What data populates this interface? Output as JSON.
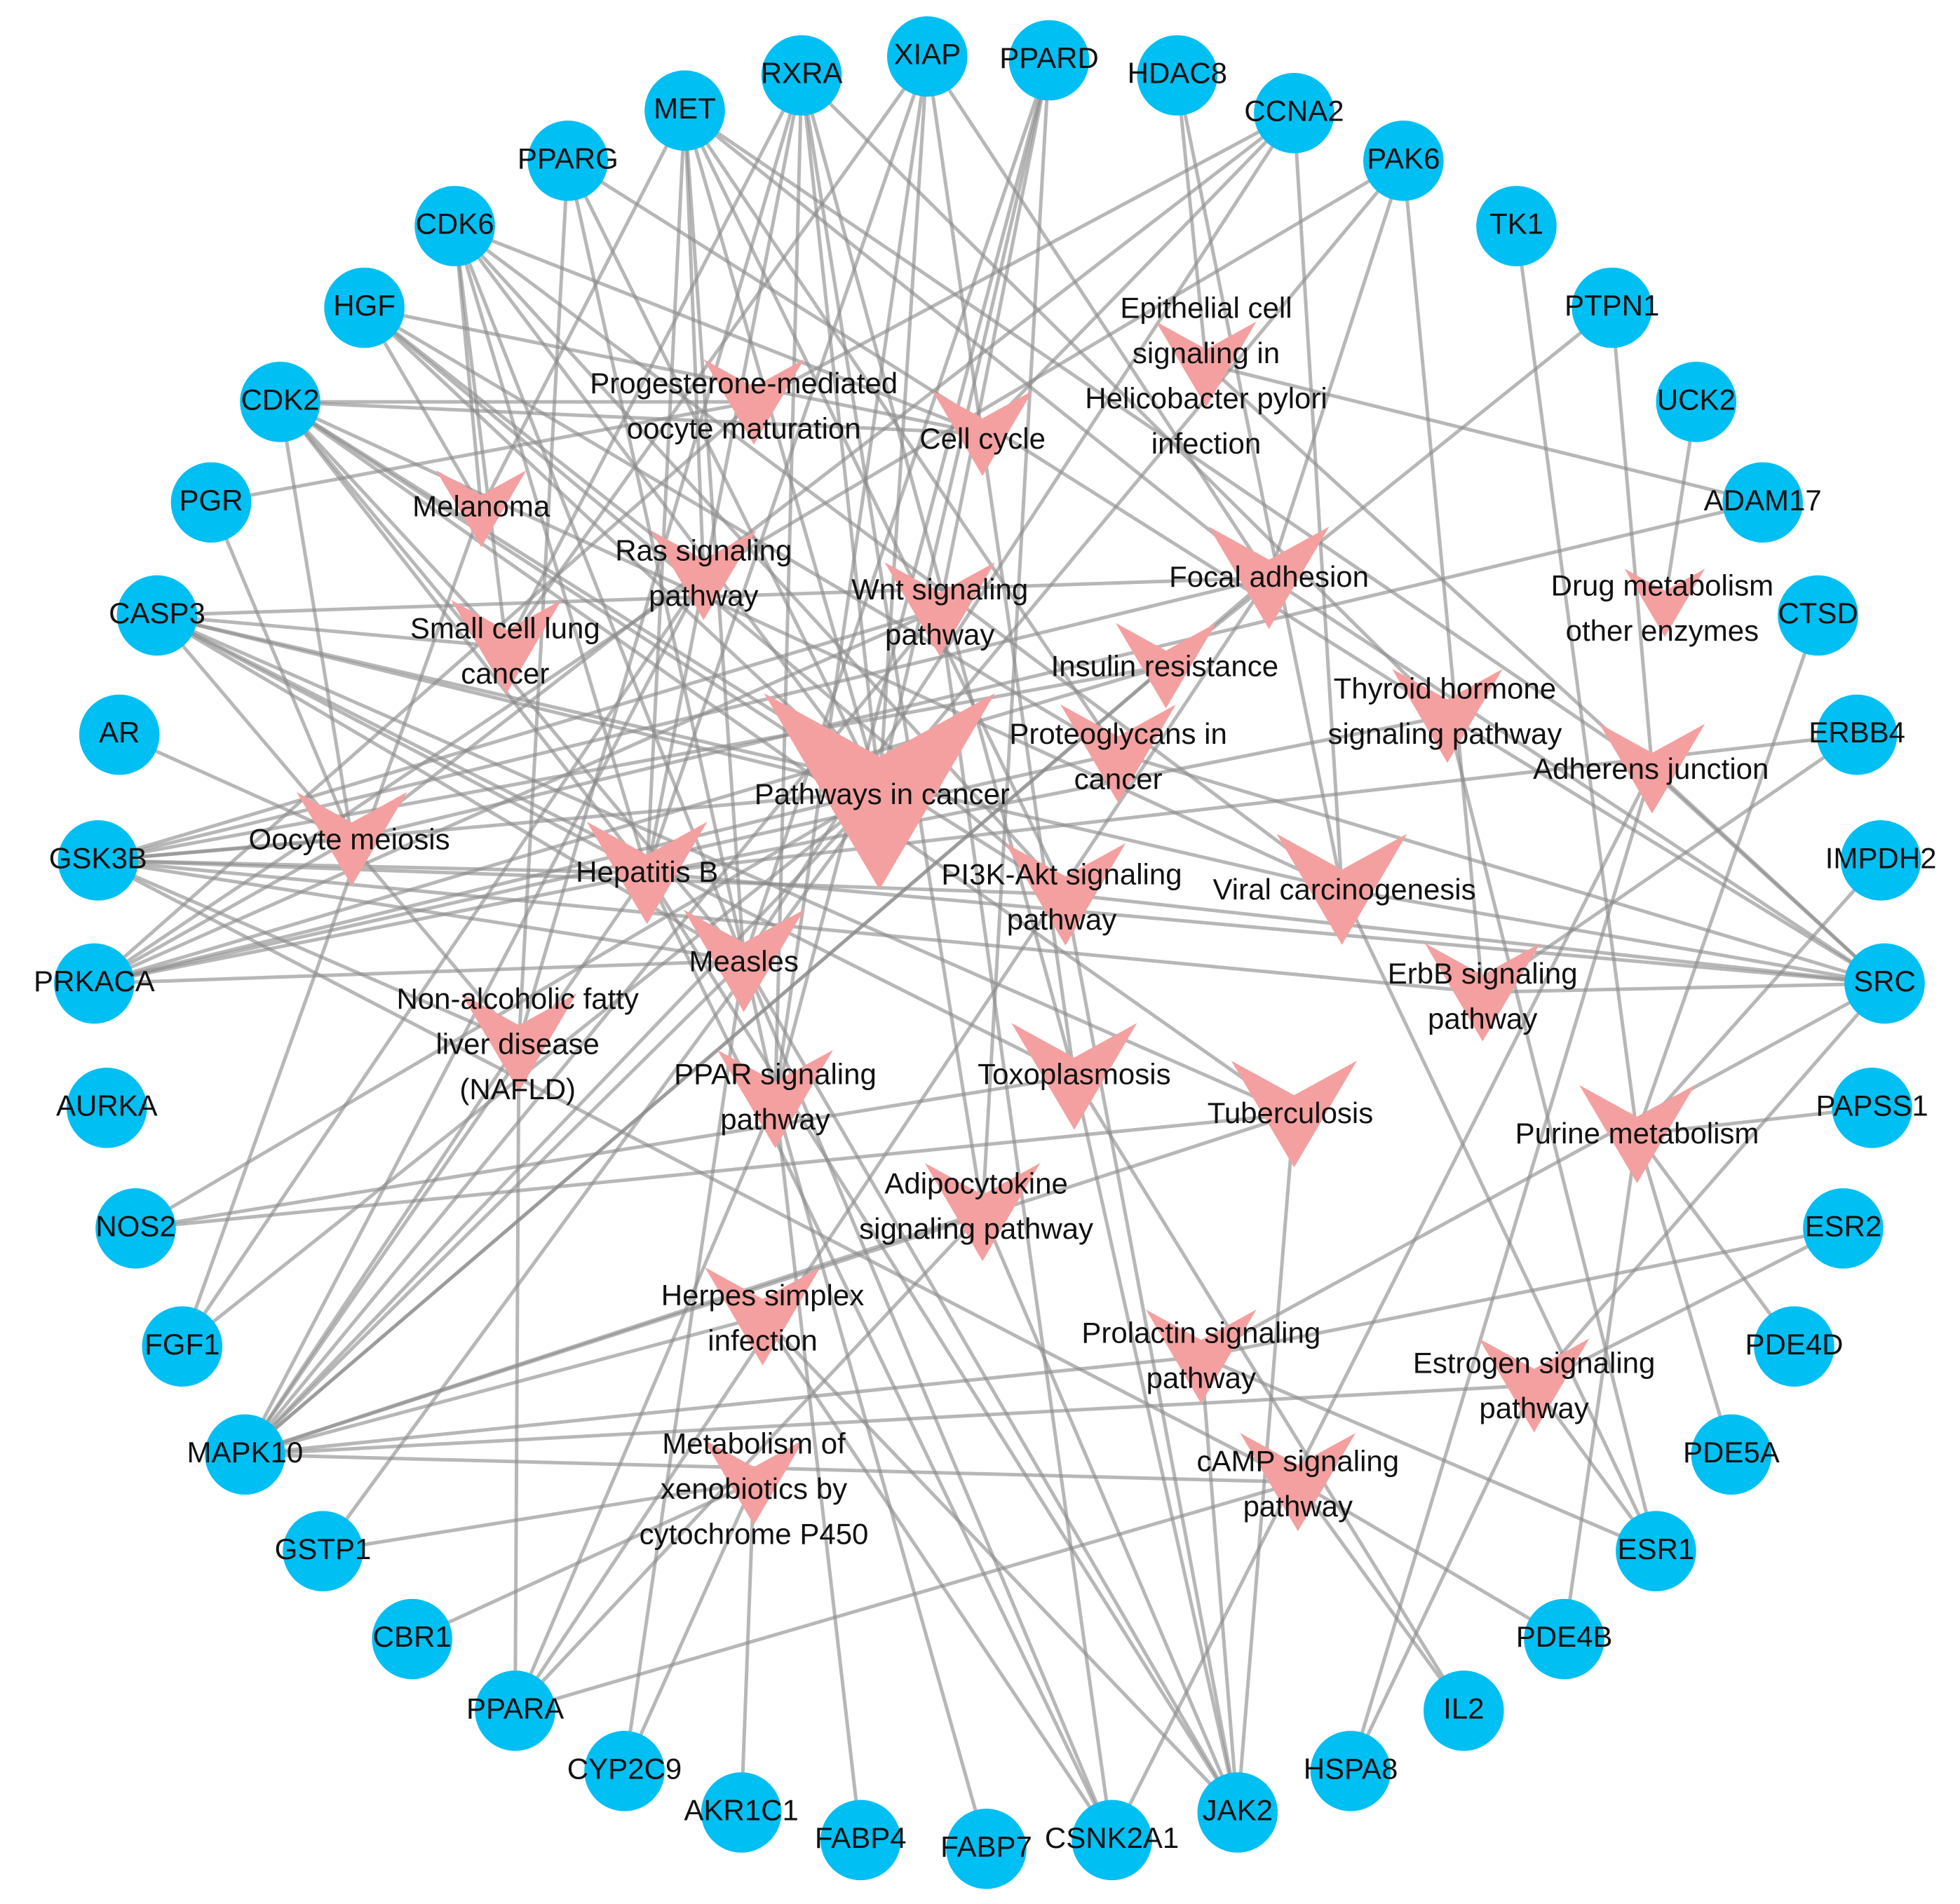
{
  "colors": {
    "gene": "#00bff3",
    "pathway": "#f4a0a0",
    "edge": "#8a8a8a"
  },
  "genes": [
    {
      "id": "MET",
      "label": "MET"
    },
    {
      "id": "RXRA",
      "label": "RXRA"
    },
    {
      "id": "XIAP",
      "label": "XIAP"
    },
    {
      "id": "PPARD",
      "label": "PPARD"
    },
    {
      "id": "HDAC8",
      "label": "HDAC8"
    },
    {
      "id": "CCNA2",
      "label": "CCNA2"
    },
    {
      "id": "PPARG",
      "label": "PPARG"
    },
    {
      "id": "PAK6",
      "label": "PAK6"
    },
    {
      "id": "CDK6",
      "label": "CDK6"
    },
    {
      "id": "TK1",
      "label": "TK1"
    },
    {
      "id": "HGF",
      "label": "HGF"
    },
    {
      "id": "PTPN1",
      "label": "PTPN1"
    },
    {
      "id": "CDK2",
      "label": "CDK2"
    },
    {
      "id": "UCK2",
      "label": "UCK2"
    },
    {
      "id": "PGR",
      "label": "PGR"
    },
    {
      "id": "ADAM17",
      "label": "ADAM17"
    },
    {
      "id": "CASP3",
      "label": "CASP3"
    },
    {
      "id": "CTSD",
      "label": "CTSD"
    },
    {
      "id": "AR",
      "label": "AR"
    },
    {
      "id": "ERBB4",
      "label": "ERBB4"
    },
    {
      "id": "GSK3B",
      "label": "GSK3B"
    },
    {
      "id": "IMPDH2",
      "label": "IMPDH2"
    },
    {
      "id": "PRKACA",
      "label": "PRKACA"
    },
    {
      "id": "SRC",
      "label": "SRC"
    },
    {
      "id": "AURKA",
      "label": "AURKA"
    },
    {
      "id": "PAPSS1",
      "label": "PAPSS1"
    },
    {
      "id": "NOS2",
      "label": "NOS2"
    },
    {
      "id": "ESR2",
      "label": "ESR2"
    },
    {
      "id": "FGF1",
      "label": "FGF1"
    },
    {
      "id": "PDE4D",
      "label": "PDE4D"
    },
    {
      "id": "MAPK10",
      "label": "MAPK10"
    },
    {
      "id": "PDE5A",
      "label": "PDE5A"
    },
    {
      "id": "GSTP1",
      "label": "GSTP1"
    },
    {
      "id": "ESR1",
      "label": "ESR1"
    },
    {
      "id": "CBR1",
      "label": "CBR1"
    },
    {
      "id": "PDE4B",
      "label": "PDE4B"
    },
    {
      "id": "PPARA",
      "label": "PPARA"
    },
    {
      "id": "IL2",
      "label": "IL2"
    },
    {
      "id": "CYP2C9",
      "label": "CYP2C9"
    },
    {
      "id": "HSPA8",
      "label": "HSPA8"
    },
    {
      "id": "AKR1C1",
      "label": "AKR1C1"
    },
    {
      "id": "JAK2",
      "label": "JAK2"
    },
    {
      "id": "FABP4",
      "label": "FABP4"
    },
    {
      "id": "CSNK2A1",
      "label": "CSNK2A1"
    },
    {
      "id": "FABP7",
      "label": "FABP7"
    }
  ],
  "pathways": [
    {
      "id": "epithelial",
      "lines": [
        "Epithelial cell",
        "signaling in",
        "Helicobacter pylori",
        "infection"
      ]
    },
    {
      "id": "progesterone",
      "lines": [
        "Progesterone-mediated",
        "oocyte maturation"
      ]
    },
    {
      "id": "cellcycle",
      "lines": [
        "Cell cycle"
      ]
    },
    {
      "id": "melanoma",
      "lines": [
        "Melanoma"
      ]
    },
    {
      "id": "ras",
      "lines": [
        "Ras signaling",
        "pathway"
      ]
    },
    {
      "id": "wnt",
      "lines": [
        "Wnt signaling",
        "pathway"
      ]
    },
    {
      "id": "focal",
      "lines": [
        "Focal adhesion"
      ]
    },
    {
      "id": "drugmet",
      "lines": [
        "Drug metabolism",
        "other enzymes"
      ]
    },
    {
      "id": "smallcell",
      "lines": [
        "Small cell lung",
        "cancer"
      ]
    },
    {
      "id": "insulin",
      "lines": [
        "Insulin resistance"
      ]
    },
    {
      "id": "thyroid",
      "lines": [
        "Thyroid hormone",
        "signaling pathway"
      ]
    },
    {
      "id": "proteoglycans",
      "lines": [
        "Proteoglycans in",
        "cancer"
      ]
    },
    {
      "id": "adherens",
      "lines": [
        "Adherens junction"
      ]
    },
    {
      "id": "pathways",
      "lines": [
        "Pathways in cancer"
      ]
    },
    {
      "id": "oocyte",
      "lines": [
        "Oocyte meiosis"
      ]
    },
    {
      "id": "hepatitis",
      "lines": [
        "Hepatitis B"
      ]
    },
    {
      "id": "pi3k",
      "lines": [
        "PI3K-Akt signaling",
        "pathway"
      ]
    },
    {
      "id": "viral",
      "lines": [
        "Viral carcinogenesis"
      ]
    },
    {
      "id": "measles",
      "lines": [
        "Measles"
      ]
    },
    {
      "id": "erbb",
      "lines": [
        "ErbB signaling",
        "pathway"
      ]
    },
    {
      "id": "nafld",
      "lines": [
        "Non-alcoholic fatty",
        "liver disease",
        "(NAFLD)"
      ]
    },
    {
      "id": "ppar",
      "lines": [
        "PPAR signaling",
        "pathway"
      ]
    },
    {
      "id": "toxo",
      "lines": [
        "Toxoplasmosis"
      ]
    },
    {
      "id": "tb",
      "lines": [
        "Tuberculosis"
      ]
    },
    {
      "id": "purine",
      "lines": [
        "Purine metabolism"
      ]
    },
    {
      "id": "adipo",
      "lines": [
        "Adipocytokine",
        "signaling pathway"
      ]
    },
    {
      "id": "herpes",
      "lines": [
        "Herpes simplex",
        "infection"
      ]
    },
    {
      "id": "prolactin",
      "lines": [
        "Prolactin signaling",
        "pathway"
      ]
    },
    {
      "id": "estrogen",
      "lines": [
        "Estrogen signaling",
        "pathway"
      ]
    },
    {
      "id": "xeno",
      "lines": [
        "Metabolism of",
        "xenobiotics by",
        "cytochrome P450"
      ]
    },
    {
      "id": "camp",
      "lines": [
        "cAMP signaling",
        "pathway"
      ]
    }
  ],
  "edges": [
    [
      "MET",
      "pathways"
    ],
    [
      "MET",
      "ras"
    ],
    [
      "MET",
      "focal"
    ],
    [
      "MET",
      "pi3k"
    ],
    [
      "MET",
      "proteoglycans"
    ],
    [
      "MET",
      "adherens"
    ],
    [
      "MET",
      "melanoma"
    ],
    [
      "MET",
      "hepatitis"
    ],
    [
      "MET",
      "measles"
    ],
    [
      "RXRA",
      "pathways"
    ],
    [
      "RXRA",
      "thyroid"
    ],
    [
      "RXRA",
      "ppar"
    ],
    [
      "RXRA",
      "nafld"
    ],
    [
      "RXRA",
      "adipo"
    ],
    [
      "RXRA",
      "hepatitis"
    ],
    [
      "RXRA",
      "smallcell"
    ],
    [
      "RXRA",
      "toxo"
    ],
    [
      "XIAP",
      "pathways"
    ],
    [
      "XIAP",
      "smallcell"
    ],
    [
      "XIAP",
      "ppar"
    ],
    [
      "XIAP",
      "hepatitis"
    ],
    [
      "XIAP",
      "toxo"
    ],
    [
      "XIAP",
      "focal"
    ],
    [
      "PPARD",
      "pathways"
    ],
    [
      "PPARD",
      "wnt"
    ],
    [
      "PPARD",
      "ppar"
    ],
    [
      "PPARD",
      "adipo"
    ],
    [
      "PPARD",
      "measles"
    ],
    [
      "HDAC8",
      "viral"
    ],
    [
      "HDAC8",
      "epithelial"
    ],
    [
      "CCNA2",
      "cellcycle"
    ],
    [
      "CCNA2",
      "progesterone"
    ],
    [
      "CCNA2",
      "viral"
    ],
    [
      "CCNA2",
      "oocyte"
    ],
    [
      "CCNA2",
      "measles"
    ],
    [
      "PPARG",
      "pathways"
    ],
    [
      "PPARG",
      "ppar"
    ],
    [
      "PPARG",
      "thyroid"
    ],
    [
      "PPARG",
      "nafld"
    ],
    [
      "PAK6",
      "erbb"
    ],
    [
      "PAK6",
      "focal"
    ],
    [
      "PAK6",
      "ras"
    ],
    [
      "PAK6",
      "pathways"
    ],
    [
      "CDK6",
      "cellcycle"
    ],
    [
      "CDK6",
      "pathways"
    ],
    [
      "CDK6",
      "pi3k"
    ],
    [
      "CDK6",
      "viral"
    ],
    [
      "CDK6",
      "smallcell"
    ],
    [
      "CDK6",
      "melanoma"
    ],
    [
      "CDK6",
      "hepatitis"
    ],
    [
      "CDK6",
      "measles"
    ],
    [
      "TK1",
      "purine"
    ],
    [
      "HGF",
      "pathways"
    ],
    [
      "HGF",
      "ras"
    ],
    [
      "HGF",
      "pi3k"
    ],
    [
      "HGF",
      "proteoglycans"
    ],
    [
      "HGF",
      "melanoma"
    ],
    [
      "HGF",
      "cellcycle"
    ],
    [
      "PTPN1",
      "insulin"
    ],
    [
      "PTPN1",
      "adherens"
    ],
    [
      "CDK2",
      "cellcycle"
    ],
    [
      "CDK2",
      "progesterone"
    ],
    [
      "CDK2",
      "pathways"
    ],
    [
      "CDK2",
      "pi3k"
    ],
    [
      "CDK2",
      "viral"
    ],
    [
      "CDK2",
      "smallcell"
    ],
    [
      "CDK2",
      "hepatitis"
    ],
    [
      "CDK2",
      "measles"
    ],
    [
      "CDK2",
      "oocyte"
    ],
    [
      "CDK2",
      "tb"
    ],
    [
      "UCK2",
      "drugmet"
    ],
    [
      "PGR",
      "progesterone"
    ],
    [
      "PGR",
      "oocyte"
    ],
    [
      "ADAM17",
      "epithelial"
    ],
    [
      "ADAM17",
      "oocyte"
    ],
    [
      "CASP3",
      "pathways"
    ],
    [
      "CASP3",
      "hepatitis"
    ],
    [
      "CASP3",
      "viral"
    ],
    [
      "CASP3",
      "measles"
    ],
    [
      "CASP3",
      "nafld"
    ],
    [
      "CASP3",
      "toxo"
    ],
    [
      "CASP3",
      "tb"
    ],
    [
      "CASP3",
      "smallcell"
    ],
    [
      "CASP3",
      "focal"
    ],
    [
      "CTSD",
      "purine"
    ],
    [
      "AR",
      "oocyte"
    ],
    [
      "ERBB4",
      "erbb"
    ],
    [
      "ERBB4",
      "hepatitis"
    ],
    [
      "GSK3B",
      "pathways"
    ],
    [
      "GSK3B",
      "wnt"
    ],
    [
      "GSK3B",
      "focal"
    ],
    [
      "GSK3B",
      "pi3k"
    ],
    [
      "GSK3B",
      "oocyte"
    ],
    [
      "GSK3B",
      "insulin"
    ],
    [
      "GSK3B",
      "hepatitis"
    ],
    [
      "GSK3B",
      "measles"
    ],
    [
      "GSK3B",
      "nafld"
    ],
    [
      "GSK3B",
      "erbb"
    ],
    [
      "GSK3B",
      "camp"
    ],
    [
      "IMPDH2",
      "purine"
    ],
    [
      "PRKACA",
      "pathways"
    ],
    [
      "PRKACA",
      "wnt"
    ],
    [
      "PRKACA",
      "ras"
    ],
    [
      "PRKACA",
      "oocyte"
    ],
    [
      "PRKACA",
      "insulin"
    ],
    [
      "PRKACA",
      "thyroid"
    ],
    [
      "PRKACA",
      "proteoglycans"
    ],
    [
      "PRKACA",
      "progesterone"
    ],
    [
      "PRKACA",
      "measles"
    ],
    [
      "SRC",
      "focal"
    ],
    [
      "SRC",
      "adherens"
    ],
    [
      "SRC",
      "erbb"
    ],
    [
      "SRC",
      "thyroid"
    ],
    [
      "SRC",
      "epithelial"
    ],
    [
      "SRC",
      "proteoglycans"
    ],
    [
      "SRC",
      "estrogen"
    ],
    [
      "SRC",
      "prolactin"
    ],
    [
      "SRC",
      "viral"
    ],
    [
      "SRC",
      "hepatitis"
    ],
    [
      "SRC",
      "pi3k"
    ],
    [
      "PAPSS1",
      "purine"
    ],
    [
      "NOS2",
      "pathways"
    ],
    [
      "NOS2",
      "tb"
    ],
    [
      "NOS2",
      "toxo"
    ],
    [
      "ESR2",
      "estrogen"
    ],
    [
      "ESR2",
      "prolactin"
    ],
    [
      "FGF1",
      "pathways"
    ],
    [
      "FGF1",
      "ras"
    ],
    [
      "FGF1",
      "melanoma"
    ],
    [
      "PDE4D",
      "purine"
    ],
    [
      "MAPK10",
      "pathways"
    ],
    [
      "MAPK10",
      "focal"
    ],
    [
      "MAPK10",
      "insulin"
    ],
    [
      "MAPK10",
      "nafld"
    ],
    [
      "MAPK10",
      "wnt"
    ],
    [
      "MAPK10",
      "ras"
    ],
    [
      "MAPK10",
      "adipo"
    ],
    [
      "MAPK10",
      "prolactin"
    ],
    [
      "MAPK10",
      "herpes"
    ],
    [
      "MAPK10",
      "estrogen"
    ],
    [
      "MAPK10",
      "camp"
    ],
    [
      "MAPK10",
      "hepatitis"
    ],
    [
      "MAPK10",
      "measles"
    ],
    [
      "MAPK10",
      "tb"
    ],
    [
      "PDE5A",
      "purine"
    ],
    [
      "GSTP1",
      "xeno"
    ],
    [
      "GSTP1",
      "pathways"
    ],
    [
      "ESR1",
      "estrogen"
    ],
    [
      "ESR1",
      "prolactin"
    ],
    [
      "ESR1",
      "thyroid"
    ],
    [
      "ESR1",
      "viral"
    ],
    [
      "CBR1",
      "xeno"
    ],
    [
      "PDE4B",
      "purine"
    ],
    [
      "PDE4B",
      "camp"
    ],
    [
      "PPARA",
      "ppar"
    ],
    [
      "PPARA",
      "adipo"
    ],
    [
      "PPARA",
      "nafld"
    ],
    [
      "PPARA",
      "camp"
    ],
    [
      "PPARA",
      "focal"
    ],
    [
      "IL2",
      "toxo"
    ],
    [
      "IL2",
      "camp"
    ],
    [
      "CYP2C9",
      "xeno"
    ],
    [
      "CYP2C9",
      "measles"
    ],
    [
      "HSPA8",
      "estrogen"
    ],
    [
      "HSPA8",
      "adherens"
    ],
    [
      "AKR1C1",
      "xeno"
    ],
    [
      "JAK2",
      "pi3k"
    ],
    [
      "JAK2",
      "toxo"
    ],
    [
      "JAK2",
      "tb"
    ],
    [
      "JAK2",
      "measles"
    ],
    [
      "JAK2",
      "prolactin"
    ],
    [
      "JAK2",
      "adipo"
    ],
    [
      "JAK2",
      "herpes"
    ],
    [
      "JAK2",
      "hepatitis"
    ],
    [
      "FABP4",
      "ppar"
    ],
    [
      "CSNK2A1",
      "wnt"
    ],
    [
      "CSNK2A1",
      "hepatitis"
    ],
    [
      "CSNK2A1",
      "measles"
    ],
    [
      "CSNK2A1",
      "adherens"
    ],
    [
      "CSNK2A1",
      "herpes"
    ],
    [
      "FABP7",
      "ppar"
    ]
  ]
}
